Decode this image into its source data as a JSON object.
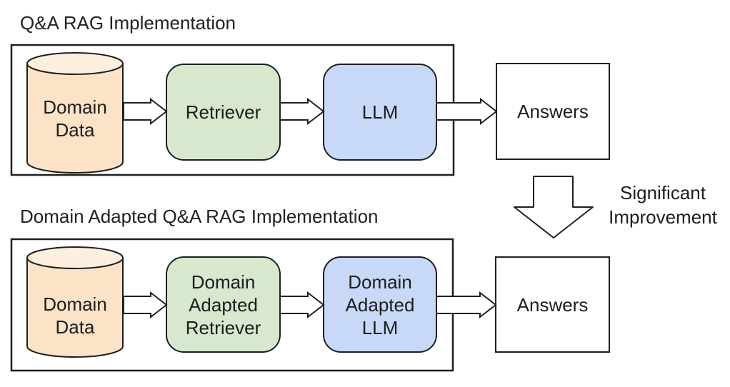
{
  "top_pipeline": {
    "title": "Q&A RAG Implementation",
    "domain_data": "Domain Data",
    "retriever": "Retriever",
    "llm": "LLM",
    "answers": "Answers"
  },
  "bottom_pipeline": {
    "title": "Domain Adapted Q&A RAG Implementation",
    "domain_data": "Domain Data",
    "retriever": "Domain Adapted Retriever",
    "llm": "Domain Adapted LLM",
    "answers": "Answers"
  },
  "improvement": {
    "label": "Significant Improvement"
  },
  "colors": {
    "data_body_fill": "#FCE3C7",
    "data_top_fill": "#FCEFDF",
    "retriever_fill": "#D7E8CE",
    "llm_fill": "#C7D9F6",
    "answers_fill": "#FFFFFF",
    "outline": "#1f1f1f",
    "text": "#1d1d1d"
  }
}
